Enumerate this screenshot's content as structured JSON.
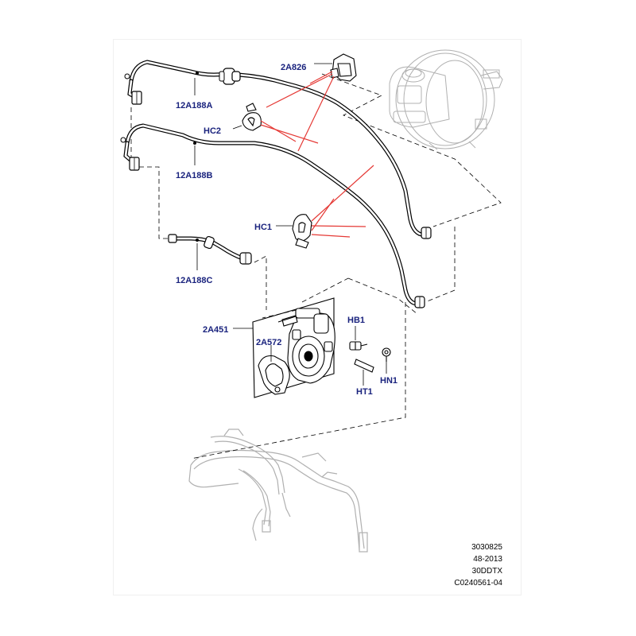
{
  "colors": {
    "callout": "#1a237e",
    "leader_red": "#e53935",
    "line": "#000000",
    "ghost": "#b0b0b0",
    "background": "#ffffff"
  },
  "callouts": {
    "a2826": "2A826",
    "a12a188a": "12A188A",
    "hc2": "HC2",
    "a12a188b": "12A188B",
    "hc1": "HC1",
    "a12a188c": "12A188C",
    "a2a451": "2A451",
    "a2a572": "2A572",
    "hb1": "HB1",
    "ht1": "HT1",
    "hn1": "HN1"
  },
  "reference": {
    "line1": "3030825",
    "line2": "48-2013",
    "line3": "30DDTX",
    "line4": "C0240561-04"
  }
}
